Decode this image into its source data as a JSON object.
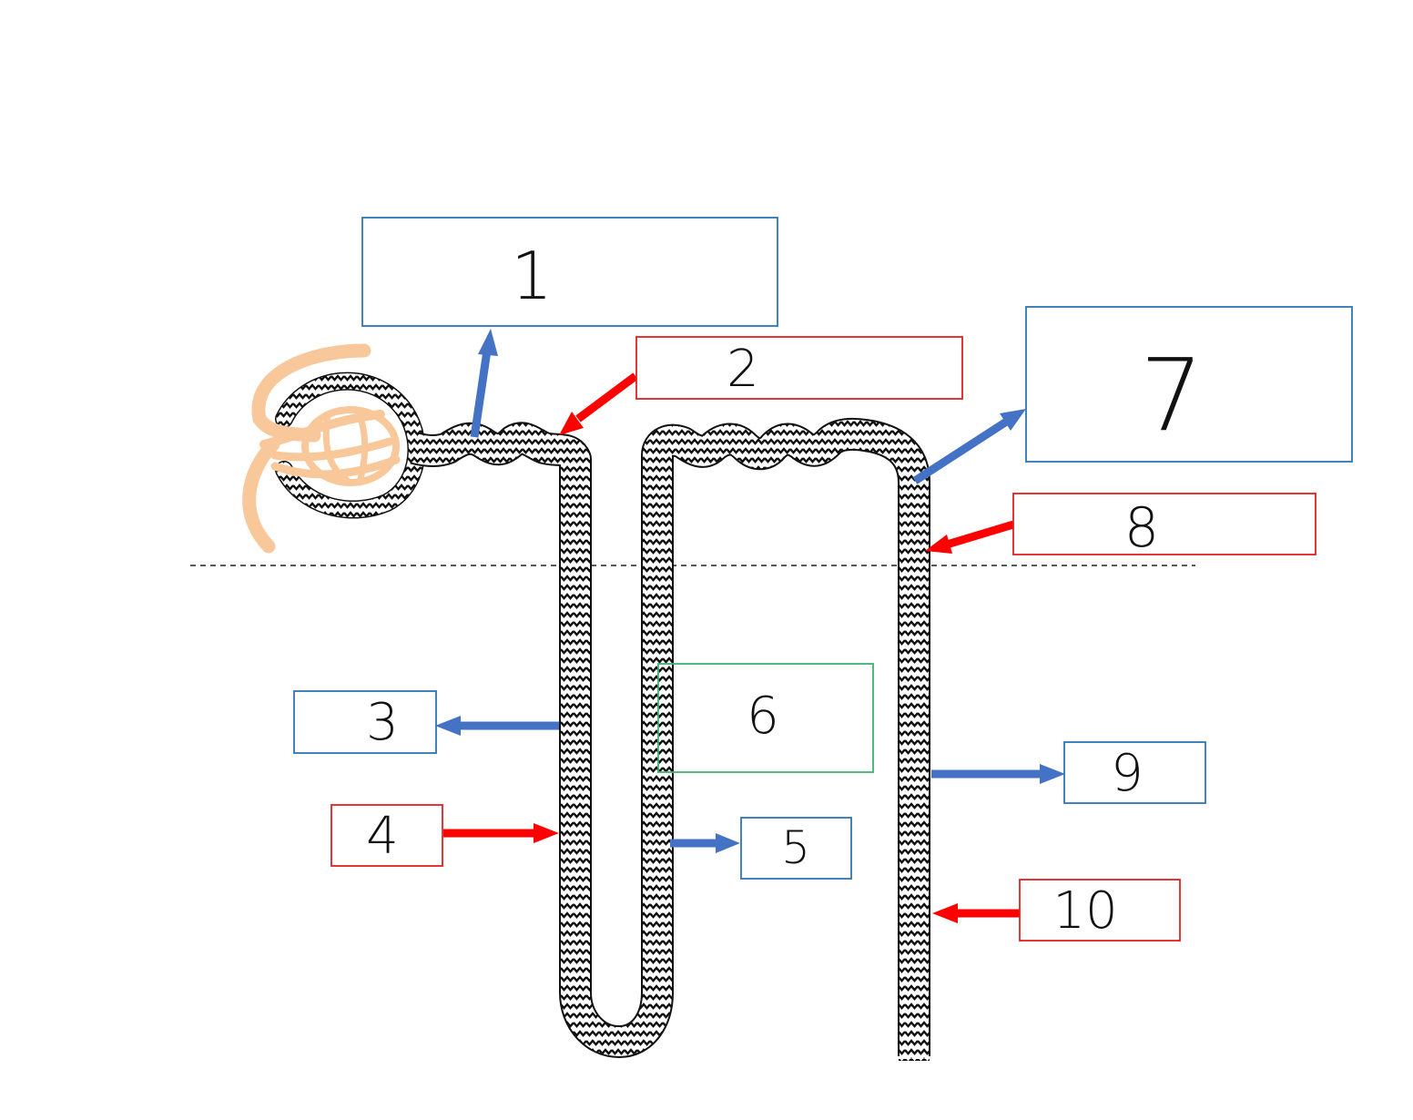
{
  "colors": {
    "blue_arrow": "#4472c4",
    "red_arrow": "#ff0000",
    "blue_box": "#2e75b6",
    "red_box": "#e02020",
    "green_box": "#3cb371",
    "capillary": "#f8c89a",
    "tubule_outline": "#111111"
  },
  "labels": {
    "box1": "1",
    "box2": "2",
    "box3": "3",
    "box4": "4",
    "box5": "5",
    "box6": "6",
    "box7": "7",
    "box8": "8",
    "box9": "9",
    "box10": "10"
  }
}
